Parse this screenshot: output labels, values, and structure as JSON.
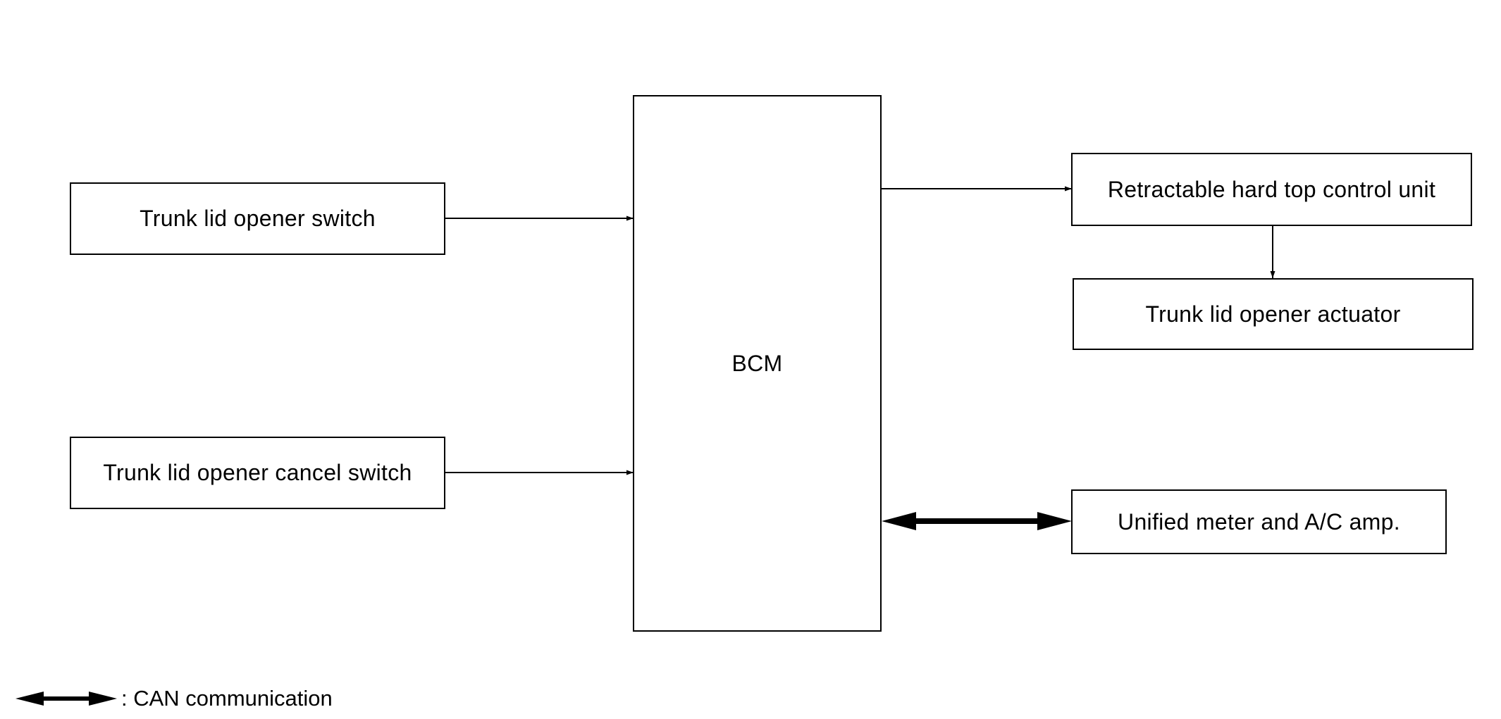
{
  "diagram": {
    "center": {
      "label": "BCM"
    },
    "inputs": [
      {
        "label": "Trunk lid opener switch"
      },
      {
        "label": "Trunk lid opener cancel switch"
      }
    ],
    "outputs": [
      {
        "label": "Retractable hard top control unit"
      },
      {
        "label": "Trunk lid opener actuator"
      },
      {
        "label": "Unified meter and A/C amp."
      }
    ],
    "legend": {
      "text": ": CAN communication"
    },
    "colors": {
      "line": "#000000",
      "background": "#ffffff"
    }
  }
}
